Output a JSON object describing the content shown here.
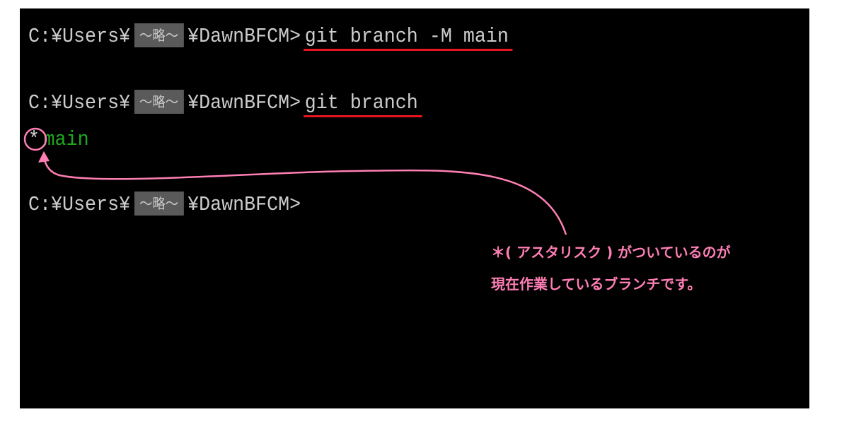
{
  "terminal": {
    "background": "#000000",
    "text_color": "#cccccc",
    "branch_color": "#1fa81f",
    "underline_color": "#e8141e",
    "annotation_color": "#ff7fb5",
    "lines": [
      {
        "path_prefix": "C:¥Users¥",
        "redacted": "～略～",
        "path_suffix": "¥DawnBFCM>",
        "command": "git branch -M main"
      },
      {
        "path_prefix": "C:¥Users¥",
        "redacted": "～略～",
        "path_suffix": "¥DawnBFCM>",
        "command": "git branch"
      },
      {
        "marker": "*",
        "branch": "main"
      },
      {
        "path_prefix": "C:¥Users¥",
        "redacted": "～略～",
        "path_suffix": "¥DawnBFCM>"
      }
    ]
  },
  "annotation": {
    "line1": "＊( アスタリスク ) がついているのが",
    "line2": "現在作業しているブランチです。"
  }
}
